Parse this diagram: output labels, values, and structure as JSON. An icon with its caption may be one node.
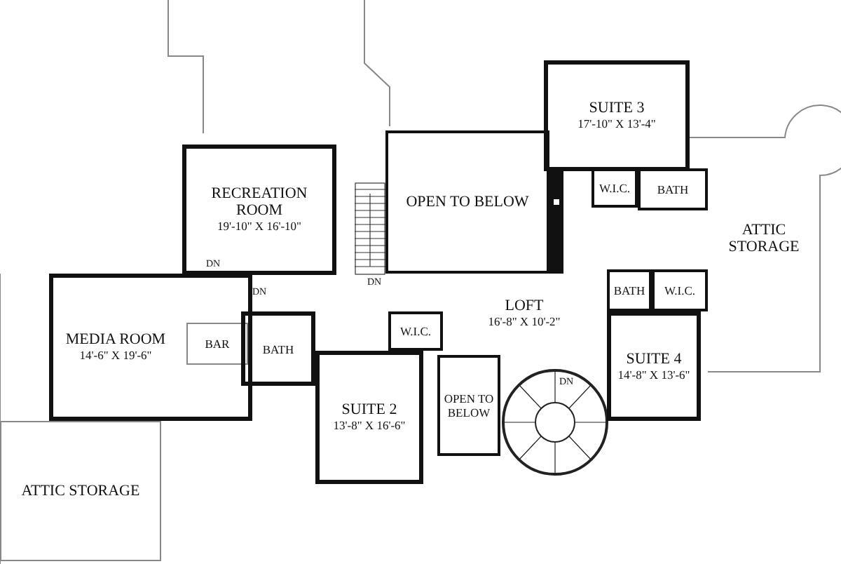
{
  "diagram": {
    "nodes": [
      {
        "text": [
          "RECREATION ROOM",
          "19'-10\" X 16'-10\""
        ]
      },
      {
        "text": [
          "OPEN TO BELOW"
        ]
      },
      {
        "text": [
          "SUITE 3",
          "17'-10\" X 13'-4\""
        ]
      },
      {
        "text": [
          "W.I.C."
        ]
      },
      {
        "text": [
          "BATH"
        ]
      },
      {
        "text": [
          "ATTIC STORAGE"
        ]
      },
      {
        "text": [
          "MEDIA ROOM",
          "14'-6\" X 19'-6\""
        ]
      },
      {
        "text": [
          "BAR"
        ],
        "in": 6
      },
      {
        "text": [
          "BATH"
        ]
      },
      {
        "text": [
          "LOFT",
          "16'-8\" X 10'-2\""
        ]
      },
      {
        "text": [
          "W.I.C."
        ]
      },
      {
        "text": [
          "BATH"
        ]
      },
      {
        "text": [
          "W.I.C."
        ]
      },
      {
        "text": [
          "SUITE 4",
          "14'-8\" X 13'-6\""
        ]
      },
      {
        "text": [
          "SUITE 2",
          "13'-8\" X 16'-6\""
        ]
      },
      {
        "text": [
          "OPEN TO BELOW"
        ]
      },
      {
        "text": [
          "ATTIC STORAGE"
        ]
      }
    ],
    "labels": [
      "DN",
      "DN",
      "DN",
      "DN"
    ]
  }
}
